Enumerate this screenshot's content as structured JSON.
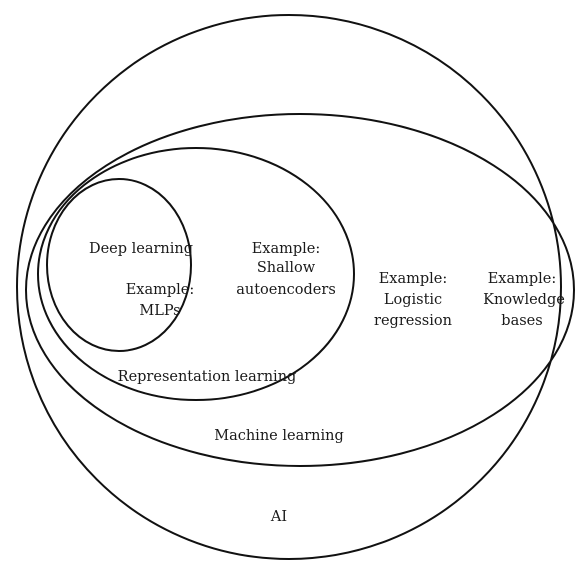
{
  "diagram": {
    "colors": {
      "background": "#ffffff",
      "stroke": "#111111",
      "text": "#1a1a1a"
    },
    "rings": {
      "ai": {
        "label": "AI",
        "example_lines": [
          "Example:",
          "Knowledge",
          "bases"
        ]
      },
      "machine_learning": {
        "label": "Machine learning",
        "example_lines": [
          "Example:",
          "Logistic",
          "regression"
        ]
      },
      "representation_learning": {
        "label": "Representation learning",
        "example_lines": [
          "Example:",
          "Shallow",
          "autoencoders"
        ]
      },
      "deep_learning": {
        "label": "Deep learning",
        "example_lines": [
          "Example:",
          "MLPs"
        ]
      }
    }
  }
}
